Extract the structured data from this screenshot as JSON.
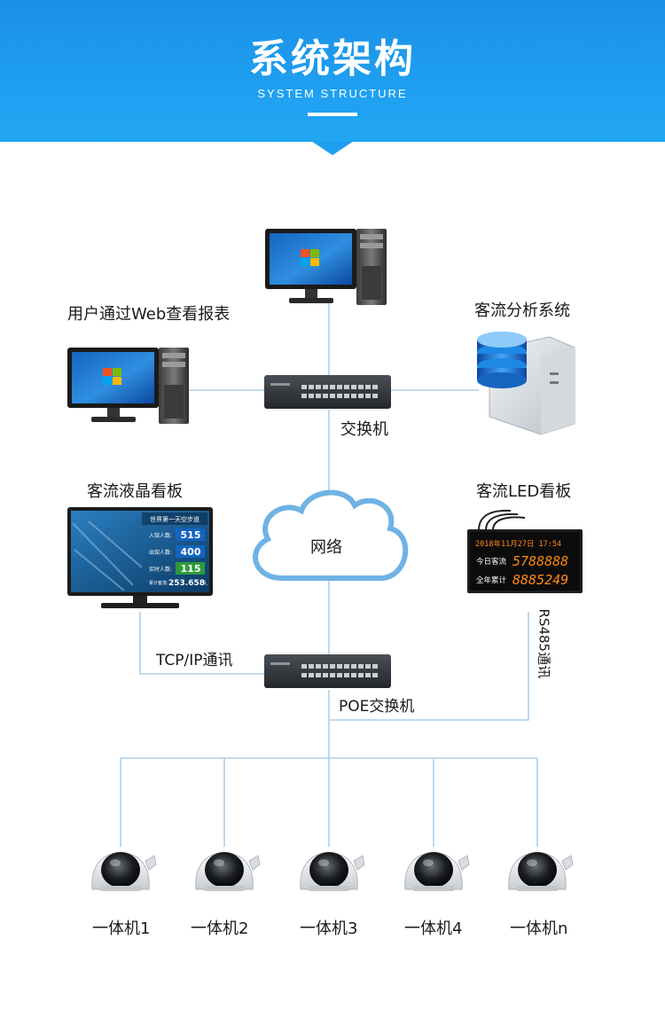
{
  "header": {
    "title": "系统架构",
    "subtitle": "SYSTEM STRUCTURE"
  },
  "labels": {
    "web_user": "用户通过Web查看报表",
    "analysis": "客流分析系统",
    "switch": "交换机",
    "lcd": "客流液晶看板",
    "led": "客流LED看板",
    "network": "网络",
    "tcpip": "TCP/IP通讯",
    "rs485": "RS485通讯",
    "poe": "POE交换机"
  },
  "lcd_screen": {
    "heading": "世界第一天空步道",
    "rows": [
      {
        "label": "入馆人数:",
        "value": "515"
      },
      {
        "label": "出馆人数:",
        "value": "400"
      },
      {
        "label": "实时人数:",
        "value": "115"
      }
    ],
    "total_label": "累计客流:",
    "total_value": "253.658",
    "total_unit": "人"
  },
  "led_board": {
    "date_line": "2018年11月27日 17:54",
    "row1_label": "今日客流",
    "row1_value": "5788888",
    "row2_label": "全年累计",
    "row2_value": "8885249"
  },
  "cameras": [
    {
      "label": "一体机1"
    },
    {
      "label": "一体机2"
    },
    {
      "label": "一体机3"
    },
    {
      "label": "一体机4"
    },
    {
      "label": "一体机n"
    }
  ],
  "colors": {
    "banner": "#1f9ff0",
    "wire": "#9cc3e3",
    "cloud_stroke": "#6fb2e4",
    "led_text": "#ff8a1a"
  }
}
